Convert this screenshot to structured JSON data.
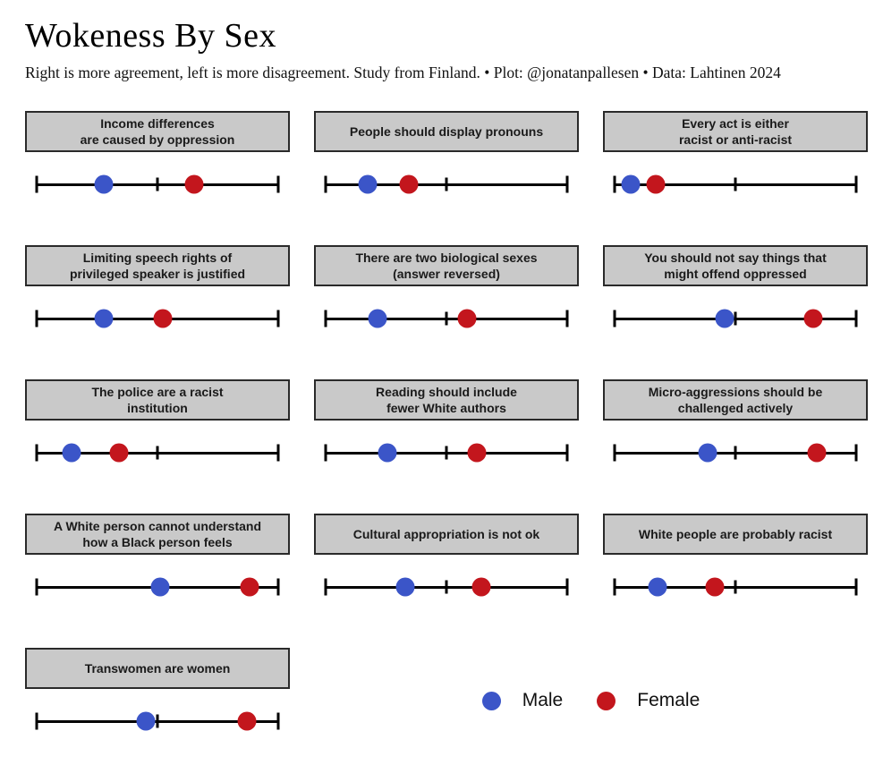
{
  "title": "Wokeness By Sex",
  "subtitle": "Right is more agreement, left is more disagreement. Study from Finland. • Plot: @jonatanpallesen • Data: Lahtinen 2024",
  "colors": {
    "male": "#3b55c8",
    "female": "#c3161d",
    "panel_bg": "#c9c9c9",
    "panel_border": "#2a2a2a",
    "axis": "#000000"
  },
  "legend": {
    "items": [
      {
        "key": "male",
        "label": "Male"
      },
      {
        "key": "female",
        "label": "Female"
      }
    ]
  },
  "chart_data": {
    "type": "scatter",
    "subtype": "dot-plot small multiples",
    "title": "Wokeness By Sex",
    "subtitle": "Right is more agreement, left is more disagreement. Study from Finland. • Plot: @jonatanpallesen • Data: Lahtinen 2024",
    "xlabel": "",
    "ylabel": "",
    "axis": {
      "min": 0,
      "max": 100,
      "ticks": [
        0,
        50,
        100
      ],
      "tick_labels": [
        "",
        "",
        ""
      ],
      "note": "Values are percent of axis length from left end; left = disagreement, right = agreement, unlabeled center tick at 50",
      "grid": false
    },
    "legend_position": "bottom-right",
    "series_names": [
      "Male",
      "Female"
    ],
    "panels": [
      {
        "title": "Income differences\nare caused by oppression",
        "male": 27.8,
        "female": 65.2
      },
      {
        "title": "People should display pronouns",
        "male": 17.5,
        "female": 34.3
      },
      {
        "title": "Every act is either\nracist or anti-racist",
        "male": 6.7,
        "female": 17.1
      },
      {
        "title": "Limiting speech rights of\nprivileged speaker is justified",
        "male": 27.8,
        "female": 52.2
      },
      {
        "title": "There are two biological sexes\n(answer reversed)",
        "male": 21.6,
        "female": 58.6
      },
      {
        "title": "You should not say things that\nmight offend oppressed",
        "male": 45.5,
        "female": 82.4
      },
      {
        "title": "The police are a racist\ninstitution",
        "male": 14.4,
        "female": 34.1
      },
      {
        "title": "Reading should include\nfewer White authors",
        "male": 25.4,
        "female": 62.7
      },
      {
        "title": "Micro-aggressions should be\nchallenged actively",
        "male": 38.7,
        "female": 83.6
      },
      {
        "title": "A White person cannot understand\nhow a Black person feels",
        "male": 51.1,
        "female": 88.1
      },
      {
        "title": "Cultural appropriation is not ok",
        "male": 32.8,
        "female": 64.5
      },
      {
        "title": "White people are probably racist",
        "male": 17.8,
        "female": 41.6
      },
      {
        "title": "Transwomen are women",
        "male": 45.3,
        "female": 87.0
      }
    ]
  }
}
